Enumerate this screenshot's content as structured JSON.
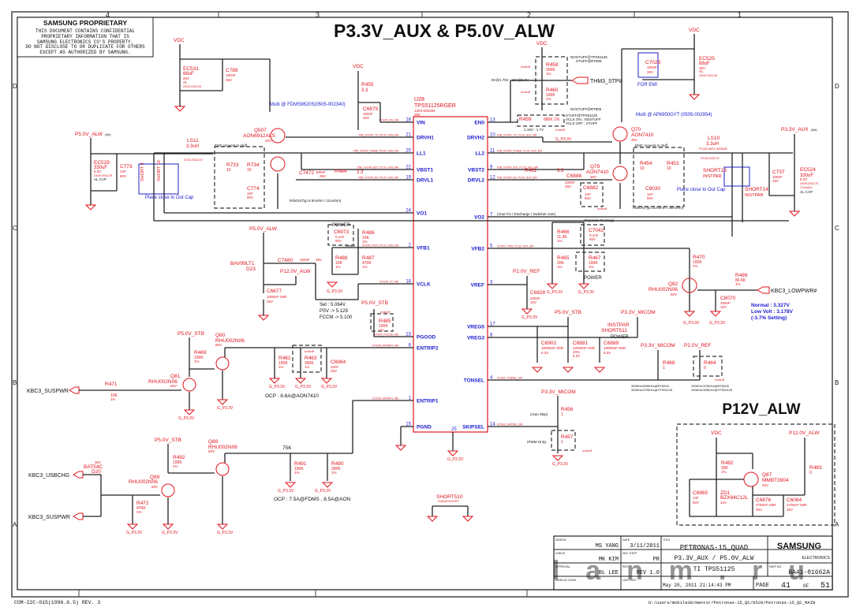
{
  "header": {
    "title": "P3.3V_AUX & P5.0V_ALW",
    "subtitle": "P12V_ALW",
    "proprietary_title": "SAMSUNG PROPRIETARY",
    "proprietary_lines": [
      "THIS DOCUMENT CONTAINS CONFIDENTIAL",
      "PROPRIETARY INFORMATION THAT IS",
      "SAMSUNG ELECTRONICS CO'S PROPERTY.",
      "DO NOT DISCLOSE TO OR DUPLICATE FOR OTHERS",
      "EXCEPT AS AUTHORIZED BY SAMSUNG."
    ]
  },
  "grid": {
    "columns": [
      "4",
      "3",
      "2",
      "1"
    ],
    "rows": [
      "D",
      "C",
      "B",
      "A"
    ]
  },
  "ic": {
    "ref": "U28",
    "part": "TPS51125RGER",
    "code": "1203-005393",
    "volt": "28V",
    "left_pins": [
      {
        "num": "16",
        "name": "VIN",
        "net": "SYSVR_VIN_MN"
      },
      {
        "num": "21",
        "name": "DRVH1",
        "net": "P5B_SYSVR_TG_P5.0V_ALW_MN"
      },
      {
        "num": "20",
        "name": "LL1",
        "net": "P5B_SYSVR_PHASE_P5.0V_ALW_MN"
      },
      {
        "num": "22",
        "name": "VBST1",
        "net": "P5B_SYSVR_BST_P5.0V_ALW_MN"
      },
      {
        "num": "19",
        "name": "DRVL1",
        "net": "P5B_SYSVR_BG_P5.0V_ALW_MN"
      },
      {
        "num": "24",
        "name": "VO1",
        "net": ""
      },
      {
        "num": "2",
        "name": "VFB1",
        "net": "SYSVR_VFB1_P5.0V_ALW_MN"
      },
      {
        "num": "18",
        "name": "VCLK",
        "net": "SYSVR_VC_MN"
      },
      {
        "num": "23",
        "name": "PGOOD",
        "net": "SYSVR_PGOOD_MN"
      },
      {
        "num": "6",
        "name": "ENTRIP2",
        "net": "SYSVR_ENTRIP2_MN"
      },
      {
        "num": "1",
        "name": "ENTRIP1",
        "net": "SYSVR_ENTRIP1_MN"
      },
      {
        "num": "15",
        "name": "PGND",
        "net": ""
      }
    ],
    "right_pins": [
      {
        "num": "13",
        "name": "EN0",
        "net": ""
      },
      {
        "num": "10",
        "name": "DRVH2",
        "net": "P3B_SYSVR_TG_P3.3V_AUX_MN"
      },
      {
        "num": "11",
        "name": "LL2",
        "net": "P3B_SYSVR_PHASE_P3.3V_AUX_MN"
      },
      {
        "num": "9",
        "name": "VBST2",
        "net": "P3B_SYSVR_BST_P3.3V_AUX_MN"
      },
      {
        "num": "12",
        "name": "DRVL2",
        "net": "P3B_SYSVR_BG_P3.3V_AUX_MN"
      },
      {
        "num": "7",
        "name": "VO2",
        "net": ""
      },
      {
        "num": "5",
        "name": "VFB2",
        "net": "SYSVR_VFB2_P3.3V_AUX_MN"
      },
      {
        "num": "3",
        "name": "VREF",
        "net": ""
      },
      {
        "num": "17",
        "name": "VREG5",
        "net": ""
      },
      {
        "num": "8",
        "name": "VREG3",
        "net": ""
      },
      {
        "num": "4",
        "name": "TONSEL",
        "net": "SYSVR_TONSEL_MN"
      },
      {
        "num": "14",
        "name": "SKIPSEL",
        "net": "SYSVR_SKIPSEL_MN"
      }
    ],
    "gnd_pin": "25"
  },
  "components": {
    "ec531": {
      "ref": "EC531",
      "value": "68uF",
      "v": "25V",
      "t": "AL",
      "code": "2402-001144"
    },
    "c788": {
      "ref": "C788",
      "value": "100nF",
      "v": "25V"
    },
    "r455": {
      "ref": "R455",
      "value": "3.3"
    },
    "c6879": {
      "ref": "C6879",
      "value": "100nF",
      "v": "25V"
    },
    "q507": {
      "ref": "Q507",
      "part": "AON6912ALS",
      "v": "30V",
      "multi": "Multi @ FDMS9620S(0505-002340)"
    },
    "ls11": {
      "ref": "LS11",
      "value": "3.3uH",
      "code": "3703-003170"
    },
    "ec529": {
      "ref": "EC529",
      "value": "330uF",
      "v": "6.3V",
      "code": "2409-001175",
      "t": "AL CAP"
    },
    "c773": {
      "ref": "C773",
      "value": "1nF",
      "v": "50V"
    },
    "short9": {
      "ref": "SHORT 9",
      "part": "R1608-SHORT"
    },
    "short10": {
      "ref": "SHORT 10",
      "part": "R1608-SHORT"
    },
    "r733": {
      "ref": "R733",
      "value": "10",
      "tol": "1%"
    },
    "r734": {
      "ref": "R734",
      "value": "10",
      "tol": "1%"
    },
    "c774": {
      "ref": "C774",
      "value": "1nF",
      "v": "50V"
    },
    "c7472": {
      "ref": "C7472",
      "value": "100nF",
      "v": "25V"
    },
    "r484": {
      "ref": "R484",
      "value": "3.3"
    },
    "r458": {
      "ref": "R458",
      "value": "300K",
      "tol": "1%",
      "note": "nostuff"
    },
    "r460": {
      "ref": "R460",
      "value": "100K",
      "tol": "1%",
      "note": "nostuff"
    },
    "r459": {
      "ref": "R459",
      "value": "680K 1%",
      "note": "nostuff"
    },
    "q70": {
      "ref": "Q70",
      "part": "AON7410",
      "v": "30V"
    },
    "q79": {
      "ref": "Q79",
      "part": "AON7410",
      "v": "30V",
      "multi": "Multi @ AP6950GYT (0505-002954)"
    },
    "r461": {
      "ref": "R461",
      "value": "3.3"
    },
    "c6888": {
      "ref": "C6888",
      "value": "100nF",
      "v": "25V"
    },
    "c6882": {
      "ref": "C6882",
      "value": "1nF",
      "v": "50V",
      "note": "nostuff"
    },
    "r454": {
      "ref": "R454",
      "value": "10",
      "tol": "1%"
    },
    "r453": {
      "ref": "R453",
      "value": "10",
      "tol": "1%"
    },
    "c8030": {
      "ref": "C8030",
      "value": "1nF",
      "v": "50V"
    },
    "c7023": {
      "ref": "C7023",
      "value": "100nF",
      "v": "25V"
    },
    "ec525": {
      "ref": "EC525",
      "value": "68uF",
      "v": "25V",
      "t": "AL",
      "code": "2402-001144"
    },
    "ls10": {
      "ref": "LS10",
      "value": "3.3uH",
      "part": "PCMC063T-3R3MN",
      "code": "3703-003170"
    },
    "short13": {
      "ref": "SHORT13",
      "part": "INSTPAR"
    },
    "short14": {
      "ref": "SHORT14",
      "part": "INSTPAR"
    },
    "c737": {
      "ref": "C737",
      "value": "100nF",
      "v": "25V"
    },
    "ec524": {
      "ref": "EC524",
      "value": "330uF",
      "v": "6.3V",
      "code": "2409-001175",
      "esr": "17mohm",
      "t": "AL CAP"
    },
    "d23": {
      "ref": "D23",
      "part": "BAV99LT1"
    },
    "c7480": {
      "ref": "C7480",
      "value": "100nF",
      "v": "25V"
    },
    "c6677": {
      "ref": "C6677",
      "value": "1000nF-X5R",
      "v": "25V"
    },
    "c6973": {
      "ref": "C6973",
      "value": "0.1nF",
      "v": "50V",
      "note": "nostuff"
    },
    "r486": {
      "ref": "R486",
      "value": "15K",
      "tol": "1%"
    },
    "r488": {
      "ref": "R488",
      "value": "10K",
      "tol": "1%"
    },
    "r487": {
      "ref": "R487",
      "value": "470K",
      "tol": "1%"
    },
    "r485": {
      "ref": "R485",
      "value": "100K",
      "tol": "1%",
      "note": "nostuff"
    },
    "r466": {
      "ref": "R466",
      "value": "11.3K",
      "tol": "1%"
    },
    "c7042": {
      "ref": "C7042",
      "value": "0.1nF",
      "v": "50V",
      "note": "nostuff"
    },
    "r465": {
      "ref": "R465",
      "value": "20K",
      "tol": "1%"
    },
    "r467": {
      "ref": "R467",
      "value": "100K",
      "tol": "1%",
      "note": "nostuff"
    },
    "c6828": {
      "ref": "C6828",
      "value": "220nF",
      "v": "10V"
    },
    "r470": {
      "ref": "R470",
      "value": "100K",
      "tol": "1%"
    },
    "q82": {
      "ref": "Q82",
      "part": "RHU002N06",
      "v": "60V"
    },
    "r489": {
      "ref": "R489",
      "value": "80.6K",
      "tol": "1%"
    },
    "c8070": {
      "ref": "C8070",
      "value": "100nF",
      "v": "10V"
    },
    "c6902": {
      "ref": "C6902",
      "value": "10000nF-X5R",
      "v": "6.3V"
    },
    "c6881": {
      "ref": "C6881",
      "value": "22000nF-X5R",
      "tol": "20%",
      "v": "6.3V"
    },
    "c6889": {
      "ref": "C6889",
      "value": "10000nF-X5R",
      "v": "6.3V"
    },
    "short511": {
      "ref": "SHORT511",
      "part": "INSTPAR"
    },
    "r468": {
      "ref": "R468",
      "value": "1"
    },
    "r464": {
      "ref": "R464",
      "value": "0",
      "note": "nostuff"
    },
    "r469": {
      "ref": "R469",
      "value": "100K",
      "tol": "1%"
    },
    "q80": {
      "ref": "Q80",
      "part": "RHU002N06",
      "v": "60V"
    },
    "q81": {
      "ref": "Q81",
      "part": "RHU002N06",
      "v": "60V"
    },
    "r471": {
      "ref": "R471",
      "value": "10K",
      "tol": "1%"
    },
    "r462": {
      "ref": "R462",
      "value": "150K",
      "tol": "1%"
    },
    "r463": {
      "ref": "R463",
      "value": "300K",
      "tol": "1%",
      "note": "nostuff"
    },
    "c6984": {
      "ref": "C6984",
      "value": "10nF",
      "v": "25V"
    },
    "r492": {
      "ref": "R492",
      "value": "100K",
      "tol": "1%"
    },
    "q88": {
      "ref": "Q88",
      "part": "RHU002N06",
      "v": "60V"
    },
    "q89": {
      "ref": "Q89",
      "part": "RHU002N06",
      "v": "60V"
    },
    "d20": {
      "ref": "D20",
      "part": "BAT54C",
      "v": "30V"
    },
    "r472": {
      "ref": "R472",
      "value": "470K",
      "tol": "1%"
    },
    "r491": {
      "ref": "R491",
      "value": "100K",
      "tol": "1%"
    },
    "r490": {
      "ref": "R490",
      "value": "300K",
      "tol": "1%"
    },
    "r456": {
      "ref": "R456",
      "value": "1"
    },
    "r457": {
      "ref": "R457",
      "value": "1",
      "note": "nostuff"
    },
    "short510": {
      "ref": "SHORT510",
      "part": "R1608-SHORT"
    },
    "r482": {
      "ref": "R482",
      "value": "30K",
      "tol": "1%"
    },
    "q87": {
      "ref": "Q87",
      "part": "MMBT3904",
      "v": "40V"
    },
    "zd1": {
      "ref": "ZD1",
      "part": "BZX84C12L",
      "v": "12V"
    },
    "c6965": {
      "ref": "C6965",
      "value": "1nF",
      "v": "50V"
    },
    "c6876": {
      "ref": "C6876",
      "value": "4700nF-X5R",
      "v": "25V"
    },
    "c6064": {
      "ref": "C6064",
      "value": "4700nF-X5R",
      "v": "25V"
    },
    "r483": {
      "ref": "R483",
      "value": "0"
    }
  },
  "nets": {
    "vdc": "VDC",
    "p5_alw": "P5.0V_ALW",
    "p5_alw_cur": "(6A)",
    "p3_aux": "P3.3V_AUX",
    "p3_aux_cur": "(6A)",
    "p12_alw": "P12.0V_ALW",
    "p5_stb": "P5.0V_STB",
    "p2_ref": "P2.0V_REF",
    "p3_micom": "P3.3V_MICOM",
    "gnd": "G_P3.3V",
    "thm3": "THM3_STP#",
    "kbc_lowpwr": "KBC3_LOWPWR#",
    "kbc_suspwr": "KBC3_SUSPWR",
    "kbc_usbchg": "KBC3_USBCHG"
  },
  "notes": {
    "emc1": "EMC request to stuff",
    "emc2": "EMC request to stuff",
    "place1": "Place close to Out Cap",
    "place2": "Place close to Out Cap",
    "for_emi": "FOR EMI",
    "rdson1": "RdsOn(Typ 8.5mohm / 11mohm)",
    "rdson2": "RdsOn(Typ 21mohm / 26mohm)",
    "set1": "Set : 5.064V",
    "set2": "PSV -> 5.129",
    "set3": "FCCM -> 5.100",
    "normal": "Normal : 3.327V",
    "lowvolt": "Low Volt : 3.178V",
    "setting": "(-3.7% Setting)",
    "ocp1": "OCP : 6.6A@AON7410",
    "ocp2": "OCP : 7.5A@FDMS   , 8.5A@AON",
    "k75": "75K",
    "vout": "(Vout Fix / Discharge / Switcher over)",
    "sep": "(Separate Routing)",
    "power": "POWER",
    "vclk_en": "9V@1.75V , 19V@3.7V",
    "nostuff_tps": "NOSTUFF@TPS51125",
    "stuff_rt": "STUFF@RT805",
    "nostuff_rt": "NOSTUFF@RT805",
    "stuff_tps": "STUFF@TPS51125",
    "vclk_on": "VCLK ON ; NOSTUFF",
    "vclk_off": "VCLK OFF ; STUFF",
    "range": "1.19V - 1.7V",
    "freq1a": "400KHz/550KHz@RT8205",
    "freq1b": "300KHz/375KHz@TPS51125",
    "freq2a": "330KHz/375KHz@RT8205",
    "freq2b": "245KHz/305KHz@TPS51125",
    "auto_skip": "(Auto Skip)",
    "pwm_only": "(PWM Only)",
    "nostuff": "nostuff"
  },
  "title_block": {
    "design_label": "DESIGN",
    "design": "MS YANG",
    "date_label": "DATE",
    "date": "3/11/2011",
    "check_label": "CHECK",
    "check": "MK KIM",
    "dev_step_label": "DEV. STEP",
    "dev_step": "PR",
    "approval_label": "APPROVAL",
    "approval": "BL LEE",
    "rev_label": "REV",
    "rev": "REV 1.0",
    "module_label": "MODULE CODE",
    "last_edit_label": "LAST EDIT",
    "last_edit": "May 20, 2011 21:14:43 PM",
    "title_label": "TITLE",
    "title1": "PETRONAS-15_QUAD",
    "title2": "P3.3V_AUX / P5.0V_ALW",
    "title3": "TI TPS51125",
    "company": "SAMSUNG",
    "company_sub": "ELECTRONICS",
    "part_no_label": "PART NO.",
    "part_no": "BA41-01662A",
    "page_label": "PAGE",
    "page": "41",
    "of_label": "OF",
    "pages": "51"
  },
  "footer": {
    "form": "COM-22C-015(1996.6.5) REV. 3",
    "path": "D:/users/mobile39/mentor/Petronas-15_QC/0520/Petronas-15_QC_MAIN"
  },
  "watermark": "lanm.ru"
}
